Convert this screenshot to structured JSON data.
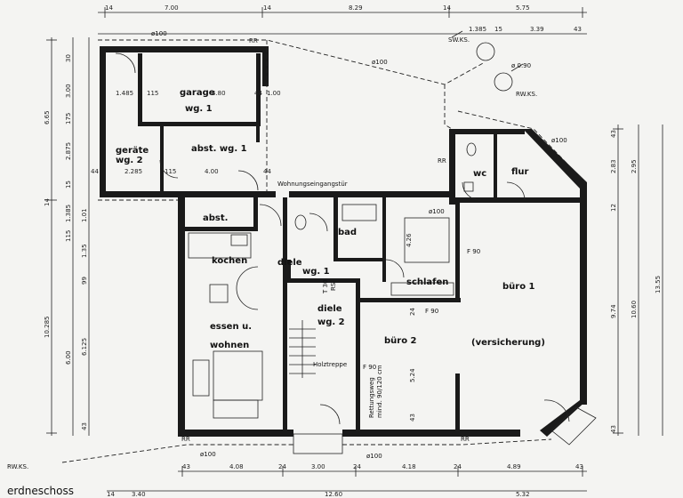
{
  "rooms": {
    "garage": "garage",
    "garage_unit": "wg. 1",
    "geraete": "geräte",
    "geraete_unit": "wg. 2",
    "abst_wg1": "abst. wg. 1",
    "abst": "abst.",
    "kochen": "kochen",
    "essen": "essen u.",
    "wohnen": "wohnen",
    "diele1": "diele",
    "diele1_unit": "wg. 1",
    "diele2": "diele",
    "diele2_unit": "wg. 2",
    "bad": "bad",
    "schlafen": "schlafen",
    "buero2": "büro 2",
    "buero1": "büro 1",
    "versicherung": "(versicherung)",
    "wc": "wc",
    "flur": "flur"
  },
  "annotations": {
    "wohnungseingangstuer": "Wohnungseingangstür",
    "holztreppe": "Holztreppe",
    "rettungsweg1": "Rettungsweg",
    "rettungsweg2": "mind. 90/120 cm",
    "title": "erdneschoss",
    "rw_ks_left": "RW.KS.",
    "rw_ks_top": "SW.KS.",
    "rw_ks_right": "RW.KS.",
    "rr": "RR",
    "phi100": "ø100",
    "f90": "F 90",
    "t30": "T 30",
    "rs": "RS",
    "phi090": "ø 0.90"
  },
  "dimensions": {
    "top": [
      "14",
      "7.00",
      "14",
      "8.29",
      "14",
      "5.75",
      "1.385",
      "15",
      "3.39",
      "43"
    ],
    "left_outer": [
      "6.65",
      "14",
      "10.285"
    ],
    "left_inner": [
      "30",
      "3.00",
      "175",
      "2.875",
      "15",
      "1.385",
      "1.01",
      "115",
      "1.35",
      "99",
      "6.00",
      "6.125",
      "43"
    ],
    "garage_row": [
      "1.485",
      "115",
      "4.80",
      "44",
      "1.00"
    ],
    "geraete_row": [
      "44",
      "2.285",
      "115",
      "4.00",
      "44"
    ],
    "right": [
      "43",
      "2.83",
      "2.95",
      "12",
      "9.74",
      "10.60",
      "13.55",
      "43"
    ],
    "bottom": [
      "43",
      "4.08",
      "24",
      "3.00",
      "24",
      "4.18",
      "24",
      "4.89",
      "43"
    ],
    "bottom_total": [
      "14",
      "3.40",
      "12.60",
      "5.32"
    ],
    "inner": [
      "4.26",
      "5.24",
      "24",
      "43"
    ]
  }
}
